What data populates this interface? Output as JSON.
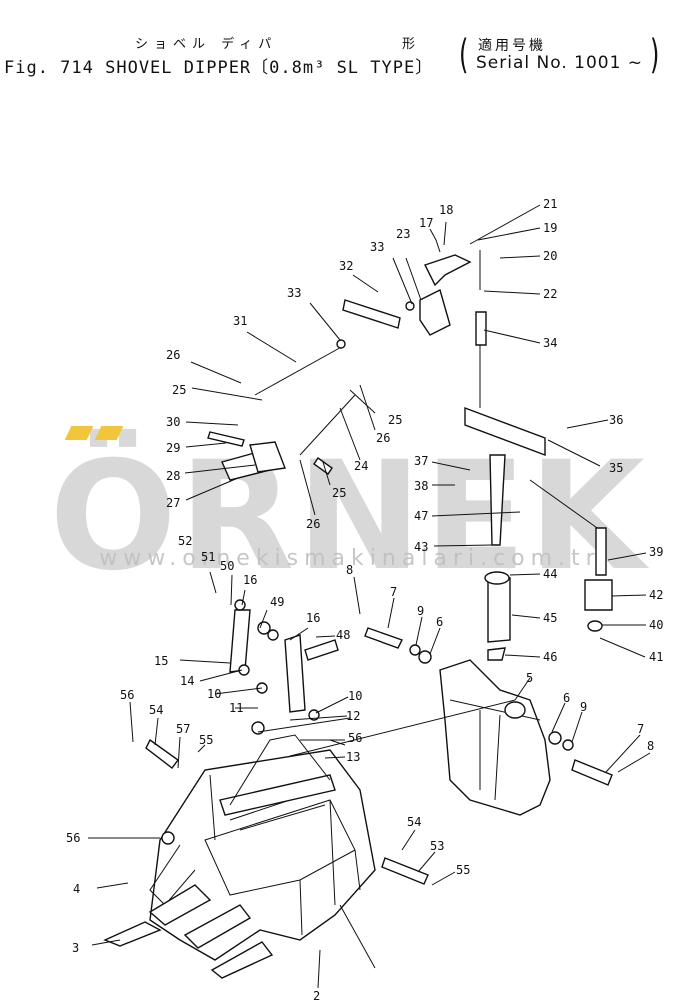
{
  "header": {
    "ja_title": "ショベル ディパ",
    "ja_shape": "形",
    "fig_line": "Fig. 714  SHOVEL DIPPER〔0.8m³ SL TYPE〕",
    "serial_ja": "適用号機",
    "serial": "Serial No.  1001 ~",
    "paren_open": "(",
    "paren_close": ")"
  },
  "watermark": {
    "word": "ÖRNEK",
    "url": "www.ornekismakinalari.com.tr"
  },
  "callouts": [
    "2",
    "3",
    "4",
    "5",
    "6",
    "6",
    "7",
    "7",
    "8",
    "8",
    "9",
    "9",
    "10",
    "10",
    "11",
    "12",
    "13",
    "14",
    "15",
    "16",
    "16",
    "17",
    "18",
    "19",
    "20",
    "21",
    "22",
    "23",
    "24",
    "25",
    "25",
    "25",
    "26",
    "26",
    "26",
    "27",
    "28",
    "29",
    "30",
    "31",
    "32",
    "33",
    "33",
    "34",
    "35",
    "36",
    "37",
    "38",
    "39",
    "40",
    "41",
    "42",
    "43",
    "44",
    "45",
    "46",
    "47",
    "48",
    "49",
    "50",
    "51",
    "52",
    "53",
    "54",
    "54",
    "55",
    "55",
    "56",
    "56",
    "56",
    "57"
  ],
  "icons": {
    "diagram": "exploded-parts-drawing"
  }
}
